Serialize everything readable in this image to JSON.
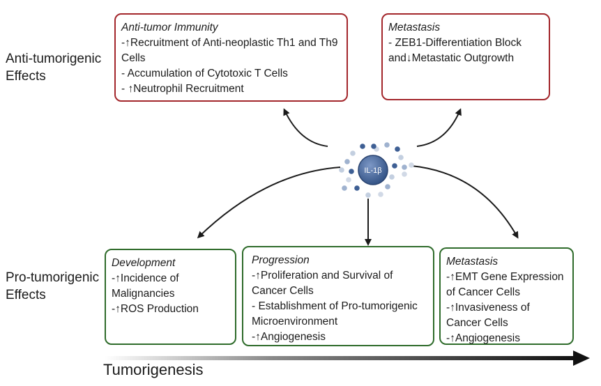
{
  "effects": {
    "anti": "Anti-tumorigenic\nEffects",
    "pro": "Pro-tumorigenic\nEffects"
  },
  "center": {
    "label": "IL-1β"
  },
  "boxes": {
    "anti_immunity": {
      "title": "Anti-tumor Immunity",
      "items": [
        "-↑Recruitment of Anti-neoplastic Th1 and Th9 Cells",
        "- Accumulation of Cytotoxic T Cells",
        "- ↑Neutrophil Recruitment"
      ]
    },
    "anti_metastasis": {
      "title": "Metastasis",
      "items": [
        "- ZEB1-Differentiation Block and↓Metastatic Outgrowth"
      ]
    },
    "development": {
      "title": "Development",
      "items": [
        "-↑Incidence of Malignancies",
        "-↑ROS Production"
      ]
    },
    "progression": {
      "title": "Progression",
      "items": [
        "-↑Proliferation and Survival of Cancer Cells",
        "- Establishment of Pro-tumorigenic Microenvironment",
        "-↑Angiogenesis"
      ]
    },
    "pro_metastasis": {
      "title": "Metastasis",
      "items": [
        "-↑EMT Gene Expression of Cancer Cells",
        "-↑Invasiveness of Cancer Cells",
        "-↑Angiogenesis"
      ]
    }
  },
  "timeline": {
    "label": "Tumorigenesis"
  },
  "colors": {
    "anti_border": "#a3262b",
    "pro_border": "#2e6b2a",
    "cell": "#3e5f94"
  }
}
